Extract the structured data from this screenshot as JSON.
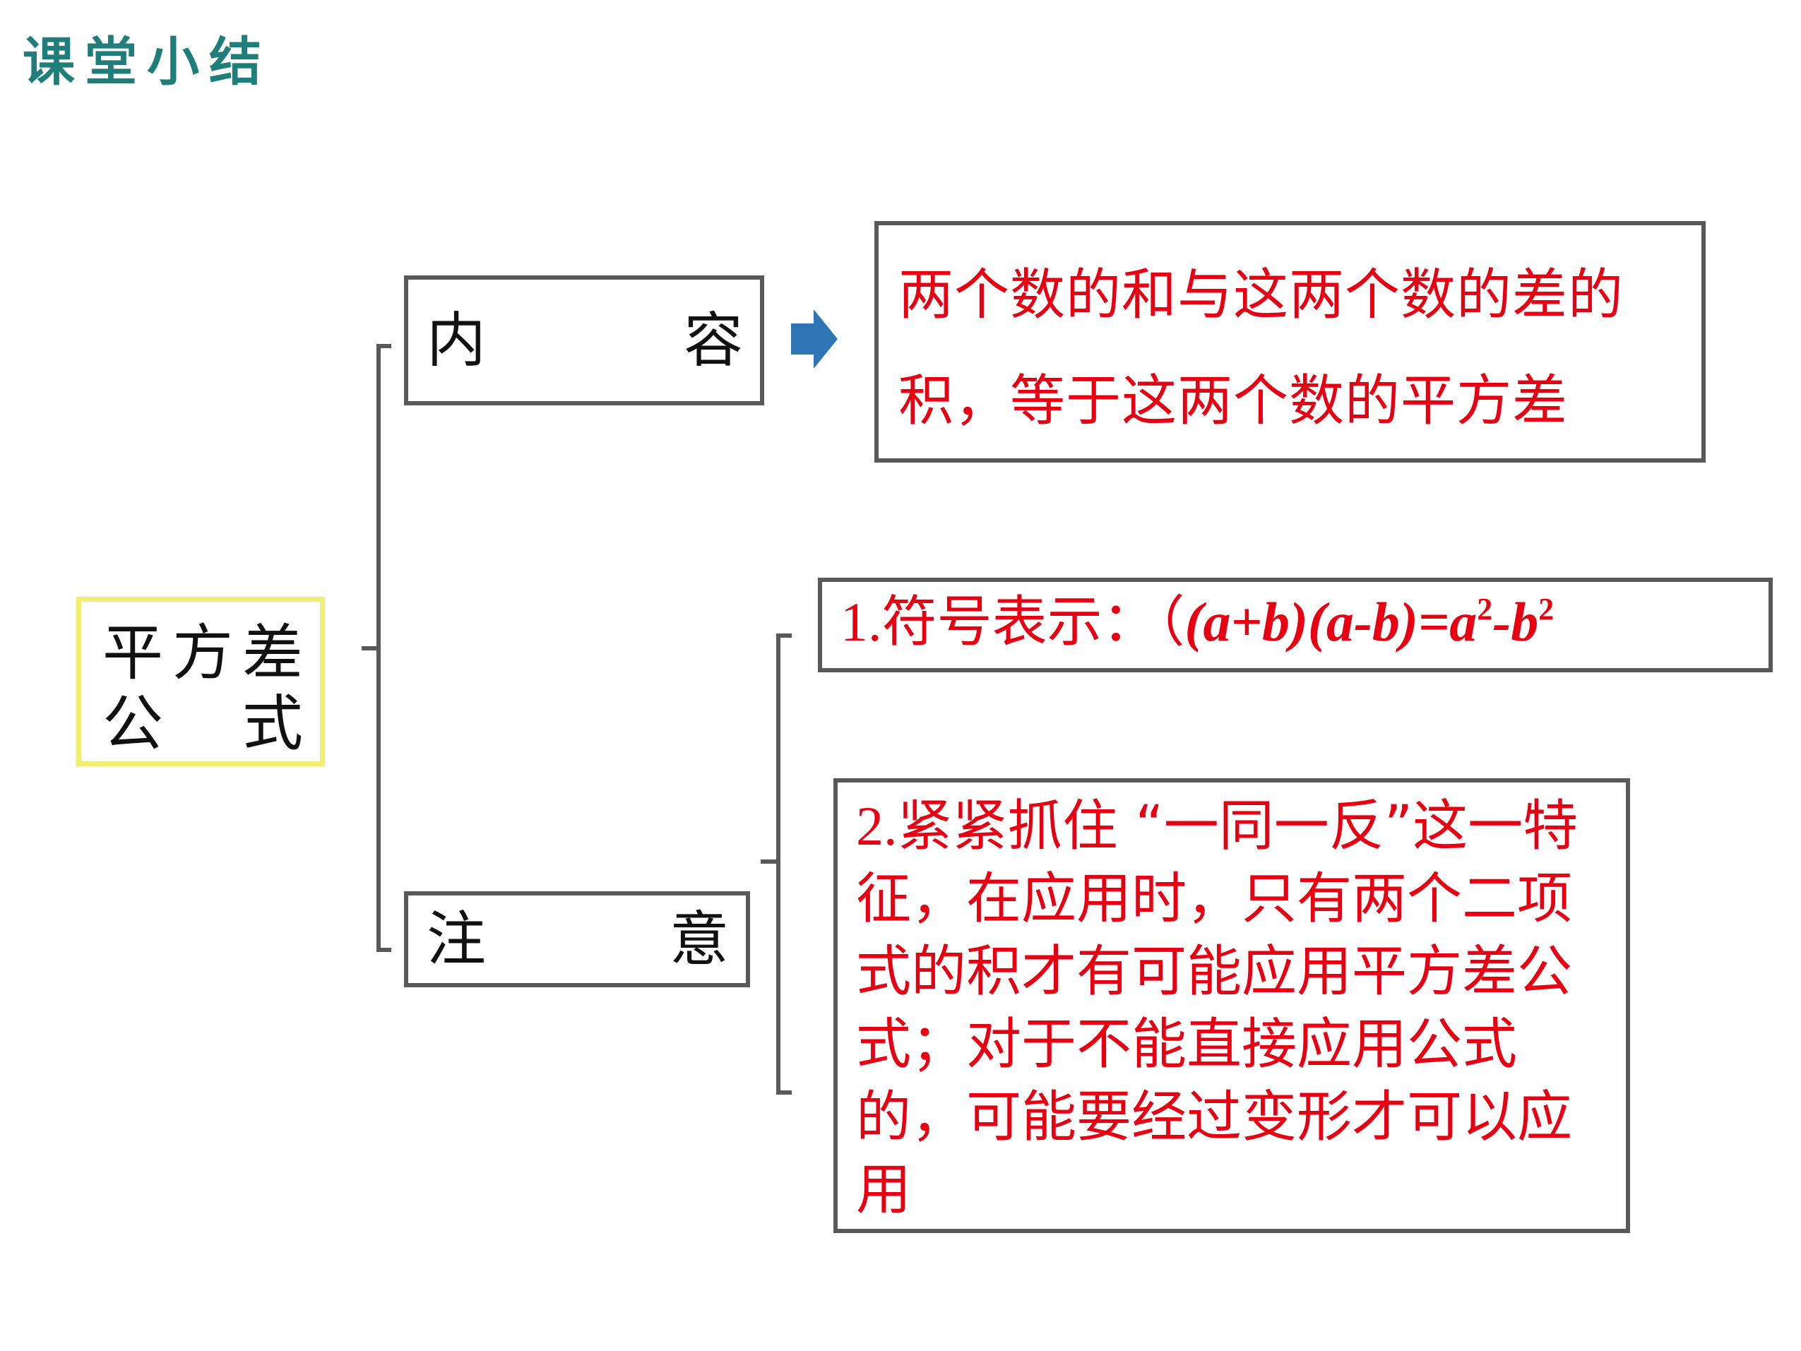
{
  "header": {
    "title": "课堂小结"
  },
  "root": {
    "line1": [
      "平",
      "方",
      "差"
    ],
    "line2": [
      "公",
      "式"
    ]
  },
  "branches": {
    "content": {
      "left": "内",
      "right": "容"
    },
    "notes": {
      "left": "注",
      "right": "意"
    }
  },
  "content_box": {
    "text": "两个数的和与这两个数的差的积，等于这两个数的平方差"
  },
  "note1": {
    "number": "1.",
    "label": "符号表示：",
    "formula_prefix": "（",
    "formula_lhs": "(a+b)(a-b)=a",
    "exp1": "2",
    "formula_mid": "-b",
    "exp2": "2"
  },
  "note2": {
    "number": "2.",
    "text": "紧紧抓住 “一同一反”这一特征，在应用时，只有两个二项式的积才有可能应用平方差公式；对于不能直接应用公式的，可能要经过变形才可以应用"
  },
  "colors": {
    "title": "#1f7d7a",
    "accent_text": "#e60012",
    "root_border": "#f2ef6e",
    "box_border": "#595959",
    "connector": "#595959",
    "arrow": "#2e75b6"
  },
  "icons": {
    "arrow": "right-arrow-icon"
  }
}
